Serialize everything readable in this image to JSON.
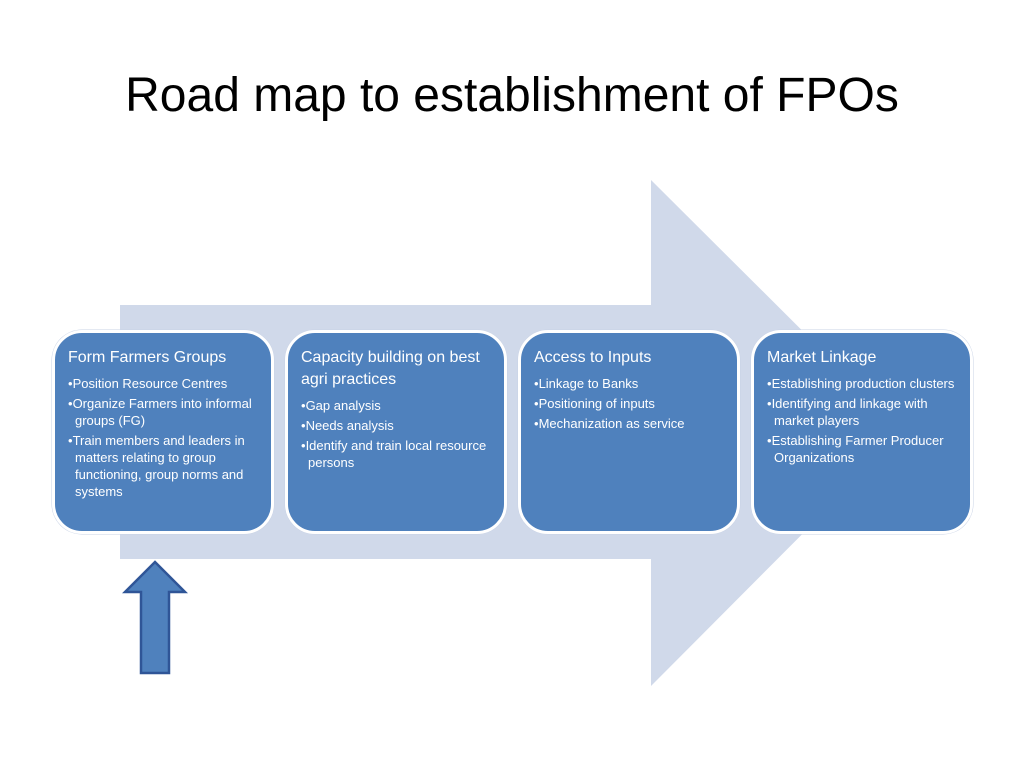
{
  "title": "Road map to establishment of FPOs",
  "colors": {
    "band": "#d0d9ea",
    "box_fill": "#4f81bd",
    "box_border": "#ffffff",
    "up_arrow_fill": "#4f81bd",
    "up_arrow_stroke": "#2f5597"
  },
  "stages": [
    {
      "title": "Form Farmers Groups",
      "items": [
        "Position Resource Centres",
        "Organize Farmers into informal groups (FG)",
        "Train members and leaders in matters relating to group functioning, group norms and systems"
      ]
    },
    {
      "title": "Capacity building on best agri practices",
      "items": [
        "Gap analysis",
        "Needs analysis",
        "Identify and train local resource persons"
      ]
    },
    {
      "title": "Access to Inputs",
      "items": [
        "Linkage to Banks",
        "Positioning of inputs",
        "Mechanization as service"
      ]
    },
    {
      "title": "Market Linkage",
      "items": [
        "Establishing production clusters",
        "Identifying  and linkage with market players",
        "Establishing Farmer Producer Organizations"
      ]
    }
  ]
}
